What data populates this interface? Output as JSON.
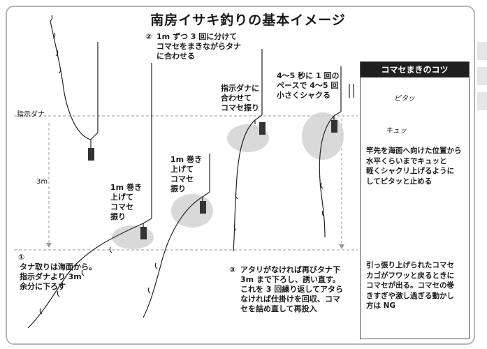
{
  "title": "南房イサキ釣りの基本イメージ",
  "labels": {
    "shiji_tana": "指示ダナ",
    "depth": "3m"
  },
  "steps": {
    "step1": {
      "num": "①",
      "text": "タナ取りは海面から。\n指示ダナより 3m\n余分に下ろす"
    },
    "step2": {
      "num": "②",
      "text": "1m ずつ 3 回に分けて\nコマセをまきながらタナ\nに合わせる"
    },
    "step3": {
      "num": "③",
      "text": "アタリがなければ再びタナ下\n3m まで下ろし、誘い直す。\nこれを 3 回繰り返してアタら\nなければ仕掛けを回収、コマ\nセを詰め直して再投入"
    }
  },
  "callouts": {
    "wind1": "1m 巻き\n上げて\nコマセ\n振り",
    "wind2": "1m 巻き\n上げて\nコマセ\n振り",
    "adjust": "指示ダナに\n合わせて\nコマセ振り",
    "jerk": "4～5 秒に 1 回の\nペースで 4～5 回\n小さくシャクる"
  },
  "tips": {
    "title": "コマセまきのコツ",
    "sfx_pita": "ピタッ",
    "sfx_kyu": "キュッ",
    "text1": "竿先を海面へ向けた位置から\n水平くらいまでキュッと\n軽くシャクリ上げるように\nしてピタッと止める",
    "text2": "引っ張り上げられたコマセ\nカゴがフワッと戻るときに\nコマセが出る。コマセの巻\nきすぎや激し過ぎる動かし\n方は NG"
  }
}
